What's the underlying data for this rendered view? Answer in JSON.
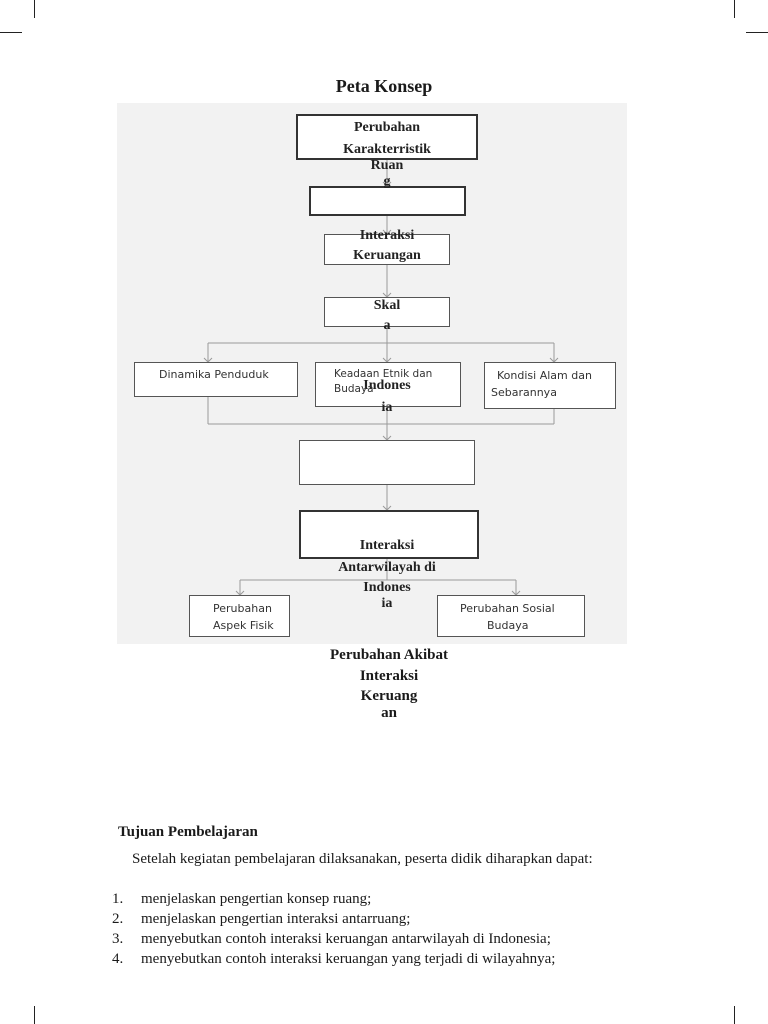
{
  "heading": "Peta Konsep",
  "concept_map": {
    "perubahan_karakteristik": "Perubahan Karakterristik",
    "ruang_line1": "Ruan",
    "ruang_line2": "g",
    "interaksi_keruangan_line1": "Interaksi",
    "interaksi_keruangan_line2": "Keruangan",
    "skala_line1": "Skal",
    "skala_line2": "a",
    "dinamika_penduduk": "Dinamika Penduduk",
    "keadaan_etnik": "Keadaan Etnik dan Budaya",
    "indonesia_line1": "Indones",
    "indonesia_line2": "ia",
    "kondisi_alam_line1": "Kondisi Alam dan",
    "kondisi_alam_line2": "Sebarannya",
    "antarwilayah_line1": "Interaksi",
    "antarwilayah_line2": "Antarwilayah di",
    "antarwilayah_line3": "Indones",
    "antarwilayah_line4": "ia",
    "aspek_fisik_line1": "Perubahan",
    "aspek_fisik_line2": "Aspek Fisik",
    "sosial_budaya_line1": "Perubahan Sosial",
    "sosial_budaya_line2": "Budaya"
  },
  "caption": {
    "line1": "Perubahan Akibat",
    "line2": "Interaksi",
    "line3": "Keruang",
    "line4": "an"
  },
  "objectives": {
    "heading": "Tujuan Pembelajaran",
    "intro": "Setelah kegiatan pembelajaran dilaksanakan, peserta didik diharapkan dapat:",
    "items": [
      {
        "num": "1.",
        "text": "menjelaskan pengertian konsep ruang;"
      },
      {
        "num": "2.",
        "text": "menjelaskan pengertian interaksi antarruang;"
      },
      {
        "num": "3.",
        "text": "menyebutkan contoh interaksi keruangan antarwilayah di Indonesia;"
      },
      {
        "num": "4.",
        "text": "menyebutkan contoh interaksi keruangan yang terjadi di wilayahnya;"
      }
    ]
  }
}
